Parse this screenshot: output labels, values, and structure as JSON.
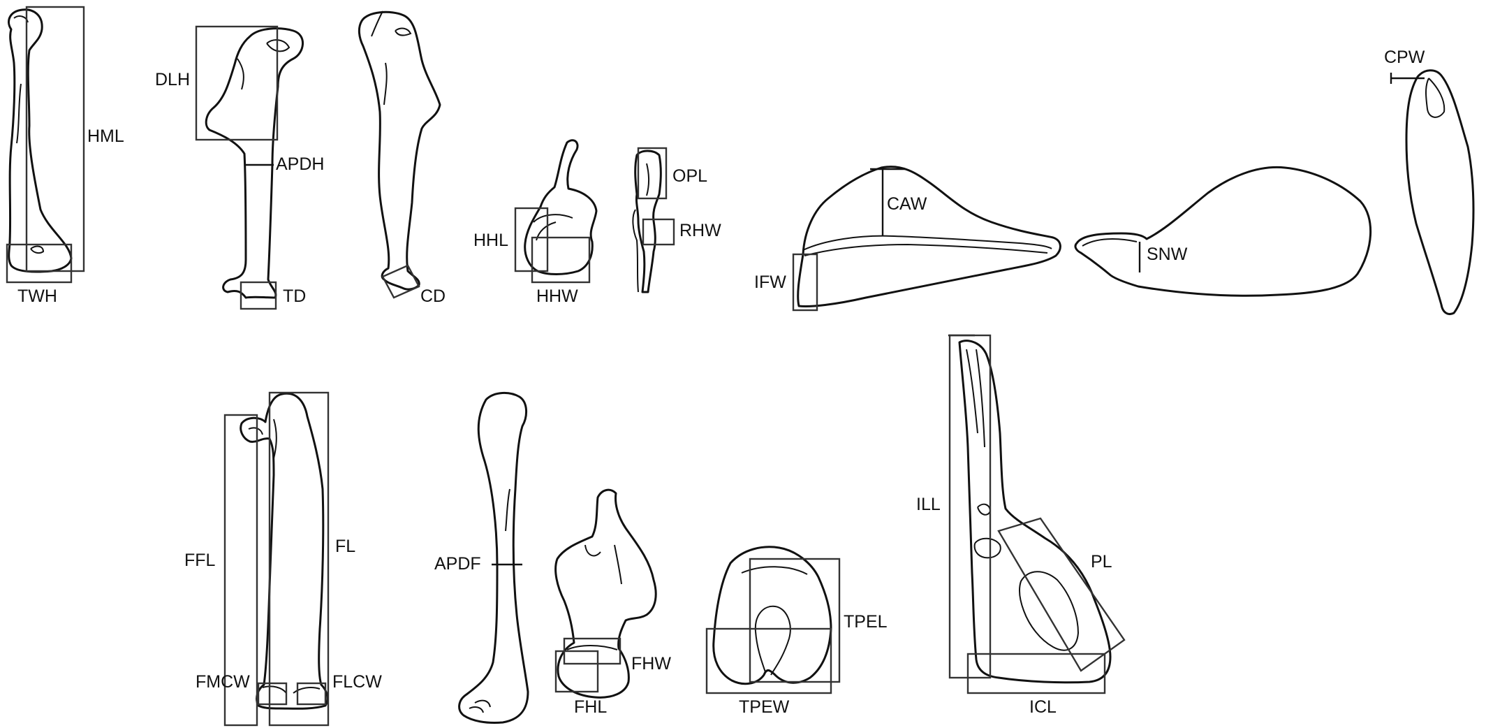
{
  "diagram": {
    "labels": {
      "hml": "HML",
      "twh": "TWH",
      "dlh": "DLH",
      "apdh": "APDH",
      "td": "TD",
      "cd": "CD",
      "hhl": "HHL",
      "hhw": "HHW",
      "opl": "OPL",
      "rhw": "RHW",
      "caw": "CAW",
      "ifw": "IFW",
      "snw": "SNW",
      "cpw": "CPW",
      "ffl": "FFL",
      "fl": "FL",
      "fmcw": "FMCW",
      "flcw": "FLCW",
      "apdf": "APDF",
      "fhw": "FHW",
      "fhl": "FHL",
      "tpel": "TPEL",
      "tpew": "TPEW",
      "ill": "ILL",
      "pl": "PL",
      "icl": "ICL"
    }
  }
}
